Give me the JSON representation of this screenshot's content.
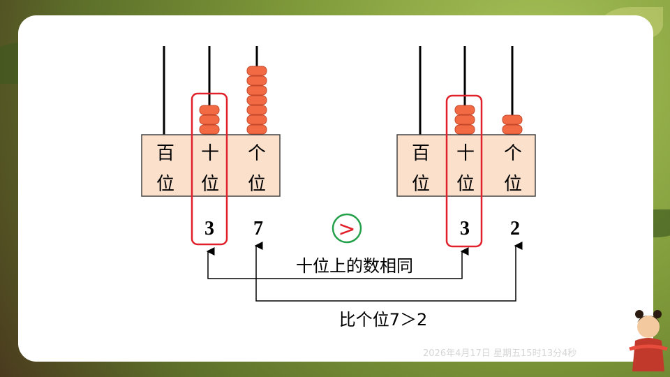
{
  "abacus_left": {
    "labels": {
      "hundreds": [
        "百",
        "位"
      ],
      "tens": [
        "十",
        "位"
      ],
      "ones": [
        "个",
        "位"
      ]
    },
    "beads": {
      "hundreds": 0,
      "tens": 3,
      "ones": 7
    },
    "digits": {
      "tens": "3",
      "ones": "7"
    }
  },
  "abacus_right": {
    "labels": {
      "hundreds": [
        "百",
        "位"
      ],
      "tens": [
        "十",
        "位"
      ],
      "ones": [
        "个",
        "位"
      ]
    },
    "beads": {
      "hundreds": 0,
      "tens": 3,
      "ones": 2
    },
    "digits": {
      "tens": "3",
      "ones": "2"
    }
  },
  "comparison_symbol": ">",
  "annotations": {
    "tens_same": "十位上的数相同",
    "ones_compare": "比个位7＞2"
  },
  "timestamp": "2026年4月17日 星期五15时13分4秒",
  "colors": {
    "bead": "#f26a43",
    "box": "#fbe1cc",
    "highlight": "#e0202a",
    "circle": "#25a04a",
    "line": "#000000"
  }
}
